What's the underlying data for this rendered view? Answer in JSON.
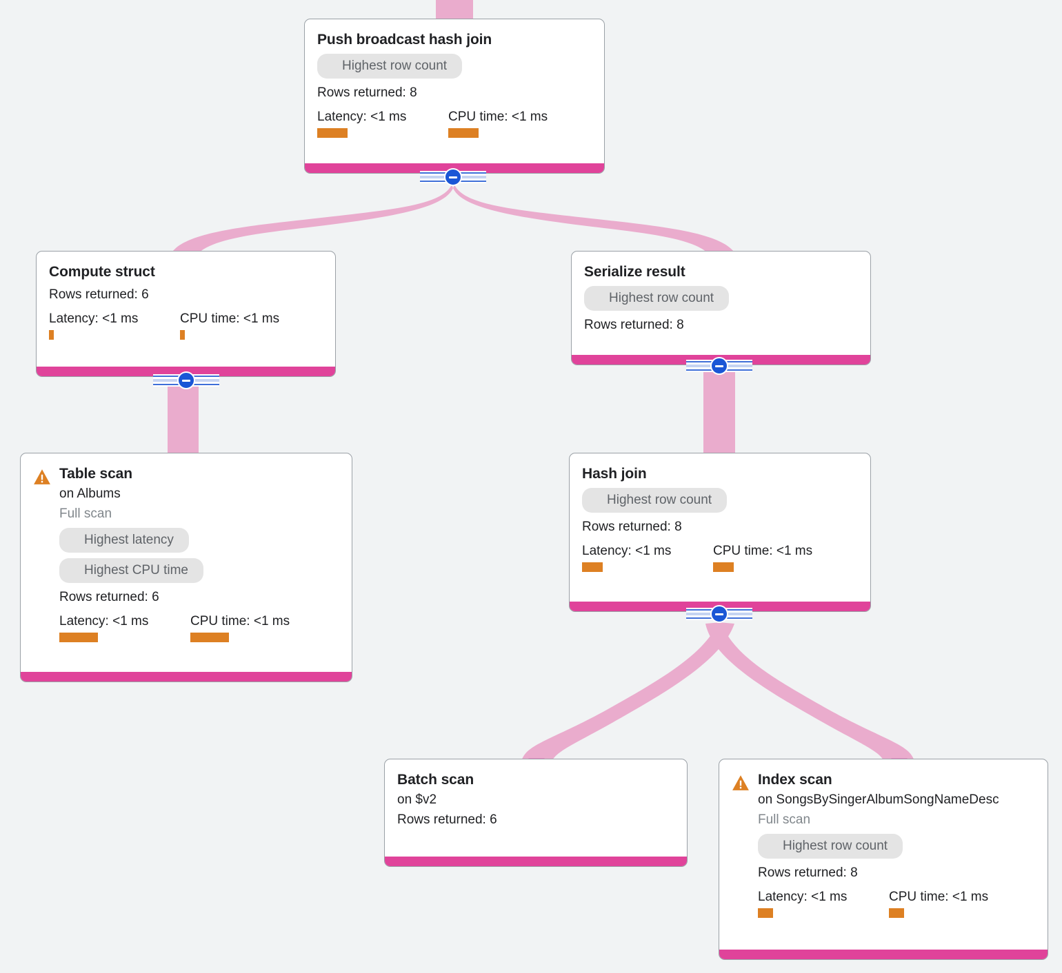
{
  "theme": {
    "canvas_bg": "#f1f3f4",
    "node_bg": "#ffffff",
    "node_border": "#9aa0a6",
    "footer_bar": "#e0439a",
    "edge_color": "#eaaccd",
    "metric_bar": "#dd8023",
    "pill_bg": "#e4e4e4",
    "pill_text": "#5f6368",
    "handle_blue": "#1a56d6",
    "warning_orange": "#dd8023",
    "text_primary": "#202124",
    "text_muted": "#80868b"
  },
  "labels": {
    "rows_prefix": "Rows returned:",
    "latency_prefix": "Latency:",
    "cpu_prefix": "CPU time:",
    "on_prefix": "on",
    "collapse_icon": "minus-circle-icon",
    "warning_icon": "warning-triangle-icon"
  },
  "nodes": [
    {
      "id": "push-broadcast-hash-join",
      "title": "Push broadcast hash join",
      "warning": false,
      "target": null,
      "scan_type": null,
      "badges": [
        "Highest row count"
      ],
      "rows_returned": "Rows returned: 8",
      "latency": "Latency: <1 ms",
      "cpu_time": "CPU time: <1 ms",
      "latency_bar_width": 44,
      "cpu_bar_width": 44,
      "has_metrics": true,
      "has_handle": true
    },
    {
      "id": "compute-struct",
      "title": "Compute struct",
      "warning": false,
      "target": null,
      "scan_type": null,
      "badges": [],
      "rows_returned": "Rows returned: 6",
      "latency": "Latency: <1 ms",
      "cpu_time": "CPU time: <1 ms",
      "latency_bar_width": 7,
      "cpu_bar_width": 7,
      "has_metrics": true,
      "has_handle": true
    },
    {
      "id": "serialize-result",
      "title": "Serialize result",
      "warning": false,
      "target": null,
      "scan_type": null,
      "badges": [
        "Highest row count"
      ],
      "rows_returned": "Rows returned: 8",
      "latency": null,
      "cpu_time": null,
      "latency_bar_width": 0,
      "cpu_bar_width": 0,
      "has_metrics": false,
      "has_handle": true
    },
    {
      "id": "table-scan",
      "title": "Table scan",
      "warning": true,
      "target": "on Albums",
      "scan_type": "Full scan",
      "badges": [
        "Highest latency",
        "Highest CPU time"
      ],
      "rows_returned": "Rows returned: 6",
      "latency": "Latency: <1 ms",
      "cpu_time": "CPU time: <1 ms",
      "latency_bar_width": 56,
      "cpu_bar_width": 56,
      "has_metrics": true,
      "has_handle": false
    },
    {
      "id": "hash-join",
      "title": "Hash join",
      "warning": false,
      "target": null,
      "scan_type": null,
      "badges": [
        "Highest row count"
      ],
      "rows_returned": "Rows returned: 8",
      "latency": "Latency: <1 ms",
      "cpu_time": "CPU time: <1 ms",
      "latency_bar_width": 30,
      "cpu_bar_width": 30,
      "has_metrics": true,
      "has_handle": true
    },
    {
      "id": "batch-scan",
      "title": "Batch scan",
      "warning": false,
      "target": "on $v2",
      "scan_type": null,
      "badges": [],
      "rows_returned": "Rows returned: 6",
      "latency": null,
      "cpu_time": null,
      "latency_bar_width": 0,
      "cpu_bar_width": 0,
      "has_metrics": false,
      "has_handle": false
    },
    {
      "id": "index-scan",
      "title": "Index scan",
      "warning": true,
      "target": "on SongsBySingerAlbumSongNameDesc",
      "scan_type": "Full scan",
      "badges": [
        "Highest row count"
      ],
      "rows_returned": "Rows returned: 8",
      "latency": "Latency: <1 ms",
      "cpu_time": "CPU time: <1 ms",
      "latency_bar_width": 22,
      "cpu_bar_width": 22,
      "has_metrics": true,
      "has_handle": false
    }
  ]
}
